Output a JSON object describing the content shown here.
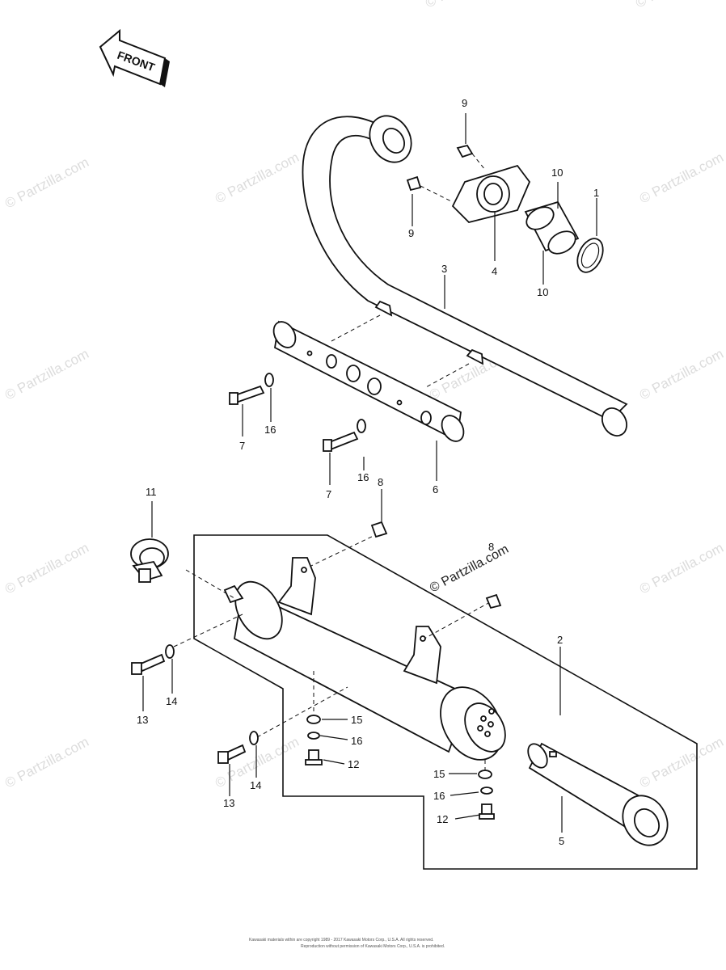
{
  "front_arrow": {
    "text": "FRONT"
  },
  "watermark": {
    "brand": "© Partzilla.com",
    "marks": [
      "© Partzilla.com",
      "© Partzilla.com",
      "© Partzilla.com",
      "© Partzilla.com",
      "© Partzilla.com",
      "© Partzilla.com",
      "© Partzilla.com",
      "© Partzilla.com",
      "© Partzilla.com",
      "© Partzilla.com",
      "© Partzilla.com",
      "© Partzilla.com",
      "© Partzilla.com"
    ]
  },
  "callouts": [
    {
      "label": "1"
    },
    {
      "label": "2"
    },
    {
      "label": "3"
    },
    {
      "label": "4"
    },
    {
      "label": "5"
    },
    {
      "label": "6"
    },
    {
      "label": "7"
    },
    {
      "label": "7"
    },
    {
      "label": "8"
    },
    {
      "label": "8"
    },
    {
      "label": "9"
    },
    {
      "label": "9"
    },
    {
      "label": "10"
    },
    {
      "label": "10"
    },
    {
      "label": "11"
    },
    {
      "label": "12"
    },
    {
      "label": "12"
    },
    {
      "label": "13"
    },
    {
      "label": "13"
    },
    {
      "label": "14"
    },
    {
      "label": "14"
    },
    {
      "label": "15"
    },
    {
      "label": "15"
    },
    {
      "label": "16"
    },
    {
      "label": "16"
    },
    {
      "label": "16"
    },
    {
      "label": "16"
    }
  ],
  "footer": {
    "line1": "Kawasaki materials within are copyright 1989 - 2017 Kawasaki Motors Corp., U.S.A. All rights reserved.",
    "line2": "Reproduction without permission of Kawasaki Motors Corp., U.S.A. is prohibited."
  }
}
